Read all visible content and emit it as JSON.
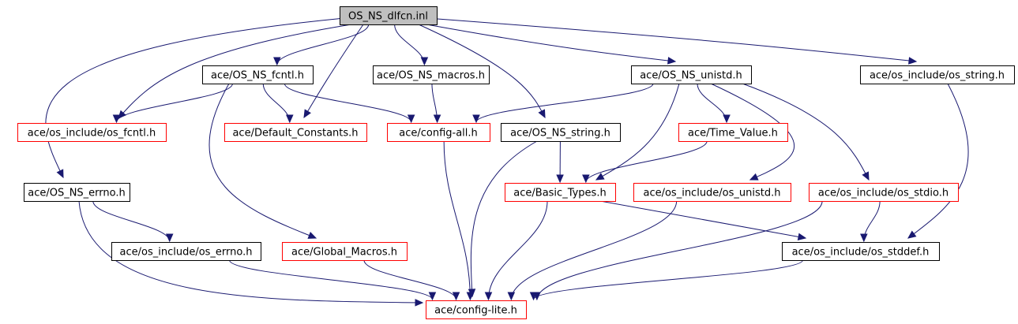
{
  "diagram": {
    "colors": {
      "root_fill": "#bfbfbf",
      "default_stroke": "#000000",
      "red_stroke": "#ff0000",
      "edge": "#191970",
      "background": "#ffffff"
    },
    "nodes": [
      {
        "id": "root",
        "label": "OS_NS_dlfcn.inl",
        "style": "root"
      },
      {
        "id": "fcntl",
        "label": "ace/OS_NS_fcntl.h",
        "style": "black"
      },
      {
        "id": "macros",
        "label": "ace/OS_NS_macros.h",
        "style": "black"
      },
      {
        "id": "unistd",
        "label": "ace/OS_NS_unistd.h",
        "style": "black"
      },
      {
        "id": "osstring",
        "label": "ace/os_include/os_string.h",
        "style": "black"
      },
      {
        "id": "osfcntl",
        "label": "ace/os_include/os_fcntl.h",
        "style": "red"
      },
      {
        "id": "defconst",
        "label": "ace/Default_Constants.h",
        "style": "red"
      },
      {
        "id": "configall",
        "label": "ace/config-all.h",
        "style": "red"
      },
      {
        "id": "nsstring",
        "label": "ace/OS_NS_string.h",
        "style": "black"
      },
      {
        "id": "timevalue",
        "label": "ace/Time_Value.h",
        "style": "red"
      },
      {
        "id": "errno",
        "label": "ace/OS_NS_errno.h",
        "style": "black"
      },
      {
        "id": "basictypes",
        "label": "ace/Basic_Types.h",
        "style": "red"
      },
      {
        "id": "osunistd",
        "label": "ace/os_include/os_unistd.h",
        "style": "red"
      },
      {
        "id": "osstdio",
        "label": "ace/os_include/os_stdio.h",
        "style": "red"
      },
      {
        "id": "oserrno",
        "label": "ace/os_include/os_errno.h",
        "style": "black"
      },
      {
        "id": "globalmacros",
        "label": "ace/Global_Macros.h",
        "style": "red"
      },
      {
        "id": "osstddef",
        "label": "ace/os_include/os_stddef.h",
        "style": "black"
      },
      {
        "id": "configlite",
        "label": "ace/config-lite.h",
        "style": "red"
      }
    ],
    "edges": [
      {
        "from": "root",
        "to": "fcntl"
      },
      {
        "from": "root",
        "to": "macros"
      },
      {
        "from": "root",
        "to": "unistd"
      },
      {
        "from": "root",
        "to": "osstring"
      },
      {
        "from": "root",
        "to": "osfcntl"
      },
      {
        "from": "root",
        "to": "defconst"
      },
      {
        "from": "root",
        "to": "nsstring"
      },
      {
        "from": "root",
        "to": "errno"
      },
      {
        "from": "fcntl",
        "to": "osfcntl"
      },
      {
        "from": "fcntl",
        "to": "defconst"
      },
      {
        "from": "fcntl",
        "to": "configall"
      },
      {
        "from": "fcntl",
        "to": "globalmacros"
      },
      {
        "from": "macros",
        "to": "configall"
      },
      {
        "from": "unistd",
        "to": "configall"
      },
      {
        "from": "unistd",
        "to": "timevalue"
      },
      {
        "from": "unistd",
        "to": "basictypes"
      },
      {
        "from": "unistd",
        "to": "osunistd"
      },
      {
        "from": "unistd",
        "to": "osstdio"
      },
      {
        "from": "osstring",
        "to": "osstddef"
      },
      {
        "from": "configall",
        "to": "configlite"
      },
      {
        "from": "nsstring",
        "to": "basictypes"
      },
      {
        "from": "nsstring",
        "to": "configlite"
      },
      {
        "from": "timevalue",
        "to": "basictypes"
      },
      {
        "from": "errno",
        "to": "oserrno"
      },
      {
        "from": "errno",
        "to": "configlite"
      },
      {
        "from": "basictypes",
        "to": "configlite"
      },
      {
        "from": "basictypes",
        "to": "osstddef"
      },
      {
        "from": "osunistd",
        "to": "configlite"
      },
      {
        "from": "osstdio",
        "to": "osstddef"
      },
      {
        "from": "osstdio",
        "to": "configlite"
      },
      {
        "from": "oserrno",
        "to": "configlite"
      },
      {
        "from": "globalmacros",
        "to": "configlite"
      },
      {
        "from": "osstddef",
        "to": "configlite"
      }
    ]
  }
}
